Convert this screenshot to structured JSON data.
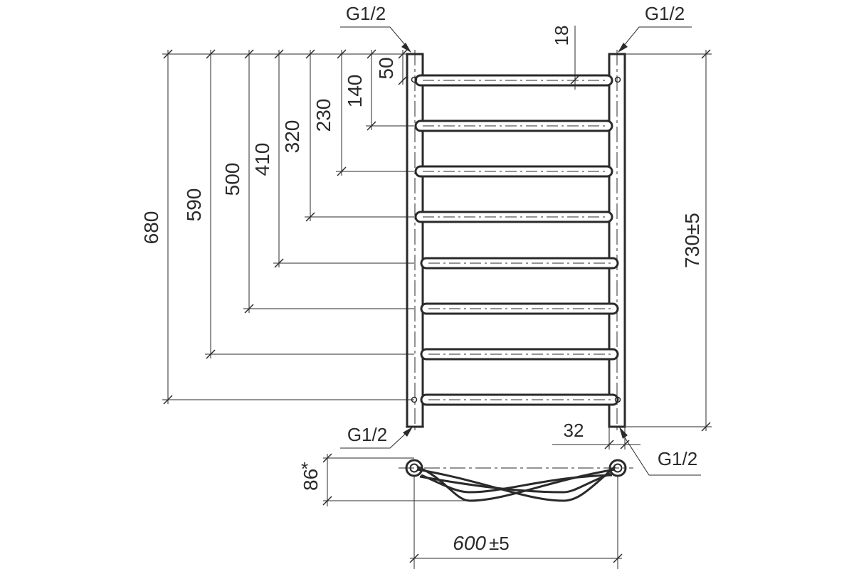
{
  "colors": {
    "ink": "#2a2a2a",
    "background": "#ffffff"
  },
  "thread_labels": {
    "top_left": "G1/2",
    "top_right": "G1/2",
    "bottom_left": "G1/2",
    "bottom_right": "G1/2"
  },
  "dimensions": {
    "rung_offsets": [
      "680",
      "590",
      "500",
      "410",
      "320",
      "230",
      "140",
      "50"
    ],
    "collector_top_gap": "18",
    "overall_height": "730±5",
    "collector_diameter": "32",
    "depth": "86",
    "depth_mark": "*",
    "width_value": "600",
    "width_tolerance": "±5"
  }
}
